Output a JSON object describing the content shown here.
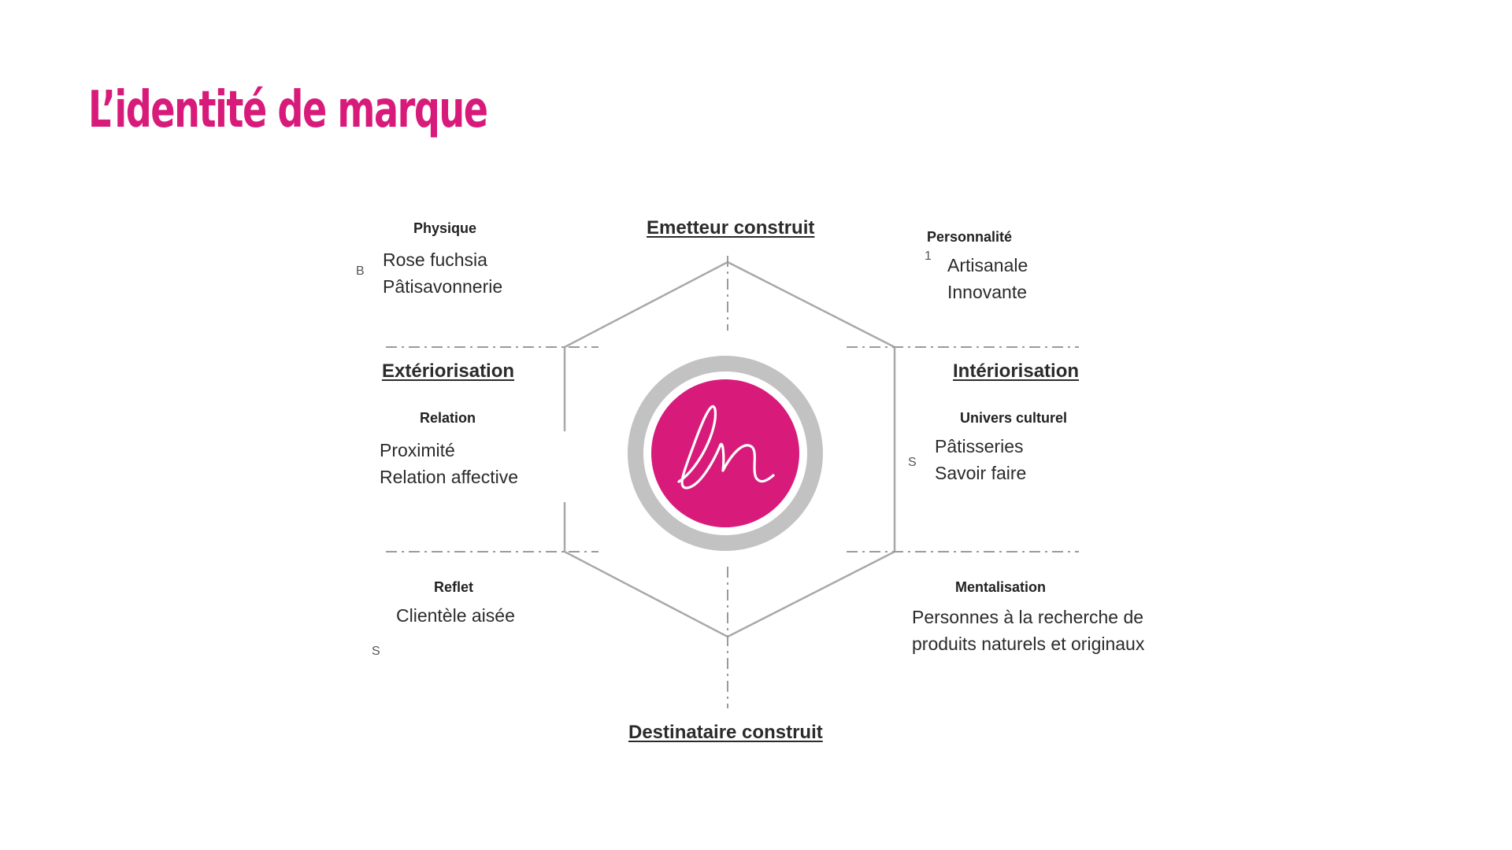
{
  "title": "L’identité de marque",
  "colors": {
    "accent": "#d81b7a",
    "ring": "#c2c2c2",
    "line": "#a8a8a8",
    "text": "#2b2b2b"
  },
  "prism": {
    "top_label": "Emetteur construit",
    "bottom_label": "Destinataire construit",
    "left_label": "Extériorisation",
    "right_label": "Intériorisation",
    "center_logo": "signature-m-logo",
    "facets": {
      "physique": {
        "title": "Physique",
        "values": [
          "Rose fuchsia",
          "Pâtisavonnerie"
        ],
        "mark": "B"
      },
      "personnalite": {
        "title": "Personnalité",
        "values": [
          "Artisanale",
          "Innovante"
        ],
        "mark": "1"
      },
      "relation": {
        "title": "Relation",
        "values": [
          "Proximité",
          "Relation affective"
        ]
      },
      "univers_culturel": {
        "title": "Univers culturel",
        "values": [
          "Pâtisseries",
          "Savoir faire"
        ],
        "mark": "S"
      },
      "reflet": {
        "title": "Reflet",
        "values": [
          "Clientèle aisée"
        ],
        "mark": "S"
      },
      "mentalisation": {
        "title": "Mentalisation",
        "values": [
          "Personnes à la recherche de",
          "produits naturels et originaux"
        ]
      }
    }
  }
}
